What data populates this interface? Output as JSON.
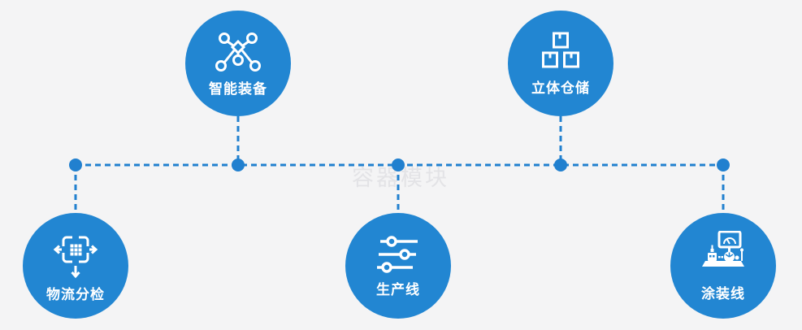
{
  "colors": {
    "background": "#f4f4f5",
    "circle": "#2286d2",
    "connector": "#2180cf",
    "watermark": "#e3e3e6",
    "icon": "#ffffff",
    "label": "#ffffff"
  },
  "watermark": {
    "text": "容器模块"
  },
  "nodes": [
    {
      "label": "智能装备",
      "icon": "network-nodes-icon",
      "position": "top-left"
    },
    {
      "label": "立体仓储",
      "icon": "stacked-boxes-icon",
      "position": "top-right"
    },
    {
      "label": "物流分检",
      "icon": "sort-distribute-icon",
      "position": "bottom-left"
    },
    {
      "label": "生产线",
      "icon": "sliders-icon",
      "position": "bottom-center"
    },
    {
      "label": "涂装线",
      "icon": "machine-monitor-icon",
      "position": "bottom-right"
    }
  ]
}
